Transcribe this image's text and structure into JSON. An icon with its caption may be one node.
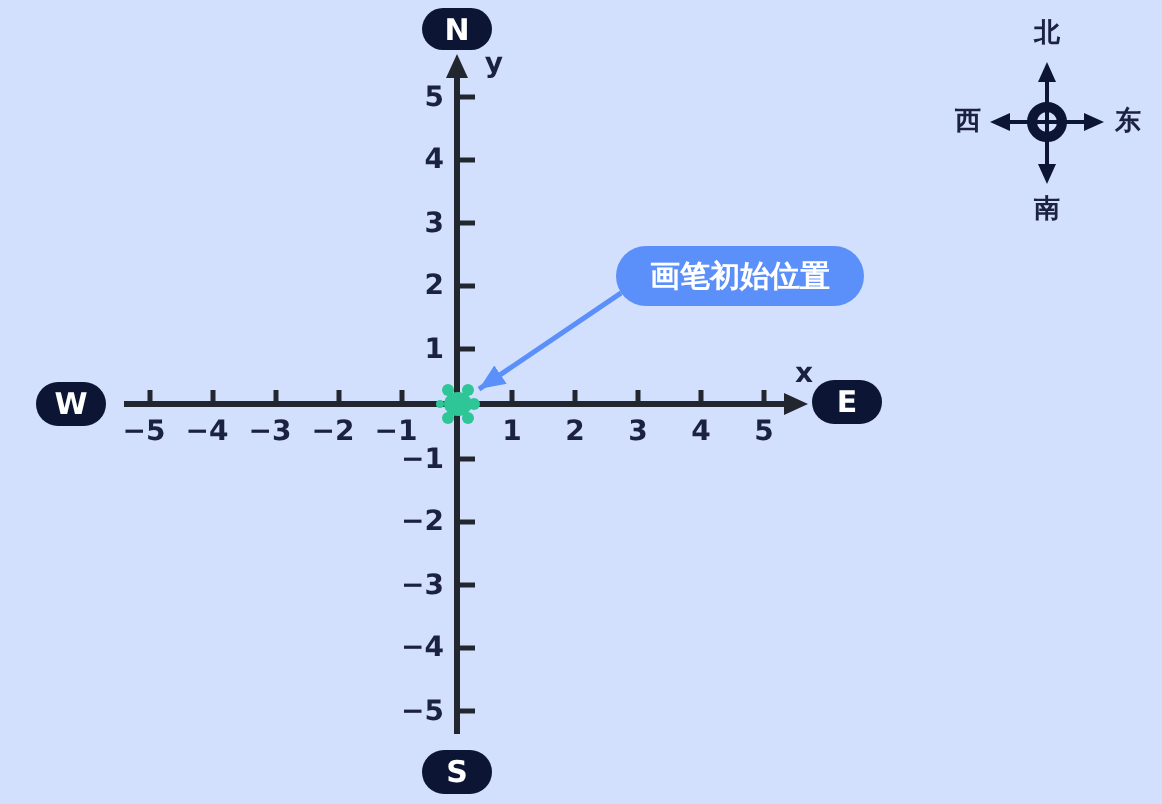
{
  "diagram": {
    "nodes": [
      {
        "text": [
          "N"
        ]
      },
      {
        "text": [
          "画笔初始位置"
        ]
      },
      {
        "text": [
          "W"
        ]
      },
      {
        "text": [],
        "shape": "picture"
      },
      {
        "text": [
          "E"
        ]
      },
      {
        "text": [
          "S"
        ]
      }
    ],
    "edges": [
      {
        "from": 1,
        "to": 3,
        "arrow": "to"
      }
    ],
    "labels": [
      "y",
      "5",
      "4",
      "3",
      "2",
      "1",
      "x",
      "−5",
      "−4",
      "−3",
      "−2",
      "−1",
      "1",
      "2",
      "3",
      "4",
      "5",
      "−1",
      "−2",
      "−3",
      "−4",
      "−5",
      "北",
      "西",
      "东",
      "南"
    ]
  }
}
